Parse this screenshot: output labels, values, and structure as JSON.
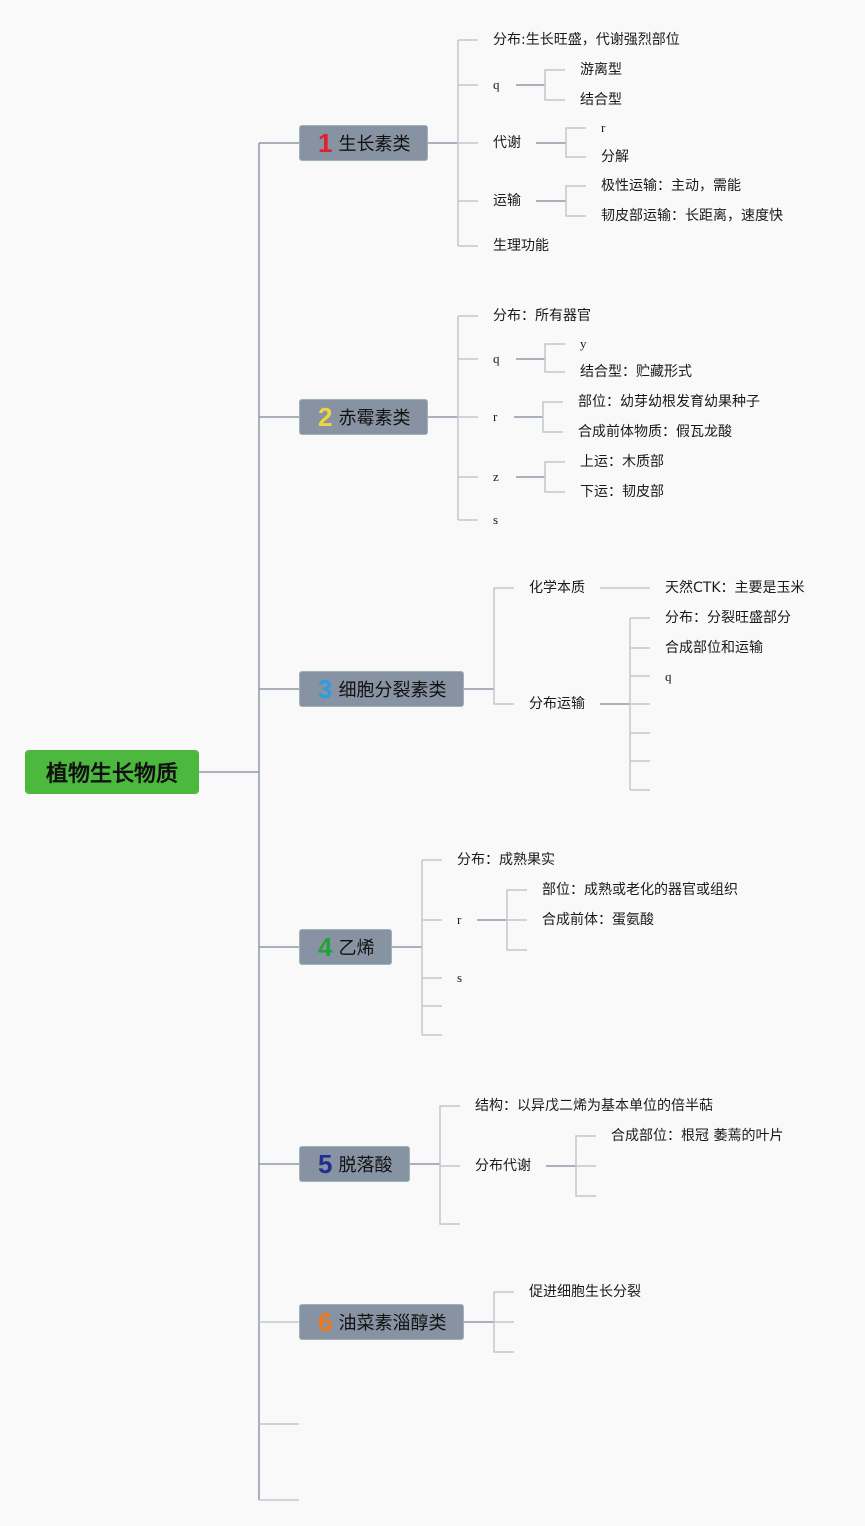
{
  "root": {
    "label": "植物生长物质",
    "color": "#4cb93e"
  },
  "branches": [
    {
      "number": "1",
      "number_color": "#e0202e",
      "label": "生长素类",
      "children": [
        {
          "label": "分布:生长旺盛，代谢强烈部位"
        },
        {
          "label": "q",
          "children": [
            {
              "label": "游离型"
            },
            {
              "label": "结合型"
            }
          ]
        },
        {
          "label": "代谢",
          "children": [
            {
              "label": "r"
            },
            {
              "label": "分解"
            }
          ]
        },
        {
          "label": "运输",
          "children": [
            {
              "label": "极性运输：主动，需能"
            },
            {
              "label": "韧皮部运输：长距离，速度快"
            }
          ]
        },
        {
          "label": "生理功能"
        }
      ]
    },
    {
      "number": "2",
      "number_color": "#f2d53a",
      "label": "赤霉素类",
      "children": [
        {
          "label": "分布：所有器官"
        },
        {
          "label": "q",
          "children": [
            {
              "label": "y"
            },
            {
              "label": "结合型：贮藏形式"
            }
          ]
        },
        {
          "label": "r",
          "children": [
            {
              "label": "部位：幼芽幼根发育幼果种子"
            },
            {
              "label": "合成前体物质：假瓦龙酸"
            }
          ]
        },
        {
          "label": "z",
          "children": [
            {
              "label": "上运：木质部"
            },
            {
              "label": "下运：韧皮部"
            }
          ]
        },
        {
          "label": "s"
        }
      ]
    },
    {
      "number": "3",
      "number_color": "#2b9de0",
      "label": "细胞分裂素类",
      "children": [
        {
          "label": "化学本质",
          "children": [
            {
              "label": "天然CTK：主要是玉米"
            }
          ]
        },
        {
          "label": "分布运输",
          "children": [
            {
              "label": "分布：分裂旺盛部分"
            },
            {
              "label": "合成部位和运输"
            },
            {
              "label": "q"
            },
            {
              "label": ""
            },
            {
              "label": ""
            },
            {
              "label": ""
            },
            {
              "label": ""
            }
          ]
        }
      ]
    },
    {
      "number": "4",
      "number_color": "#22a23a",
      "label": "乙烯",
      "children": [
        {
          "label": "分布：成熟果实"
        },
        {
          "label": "r",
          "children": [
            {
              "label": "部位：成熟或老化的器官或组织"
            },
            {
              "label": "合成前体：蛋氨酸"
            },
            {
              "label": ""
            }
          ]
        },
        {
          "label": "s"
        },
        {
          "label": ""
        },
        {
          "label": ""
        }
      ]
    },
    {
      "number": "5",
      "number_color": "#1f2f8f",
      "label": "脱落酸",
      "children": [
        {
          "label": "结构：以异戊二烯为基本单位的倍半萜"
        },
        {
          "label": "分布代谢",
          "children": [
            {
              "label": "合成部位：根冠 萎蔫的叶片"
            },
            {
              "label": ""
            },
            {
              "label": ""
            }
          ]
        },
        {
          "label": ""
        }
      ]
    },
    {
      "number": "6",
      "number_color": "#f07818",
      "label": "油菜素淄醇类",
      "children": [
        {
          "label": "促进细胞生长分裂"
        },
        {
          "label": ""
        },
        {
          "label": ""
        }
      ]
    }
  ],
  "colors": {
    "background": "#f9f9fa",
    "branch_fill": "#8793a2",
    "line_main": "#8e99a8",
    "line_light": "#c3c7cd"
  }
}
